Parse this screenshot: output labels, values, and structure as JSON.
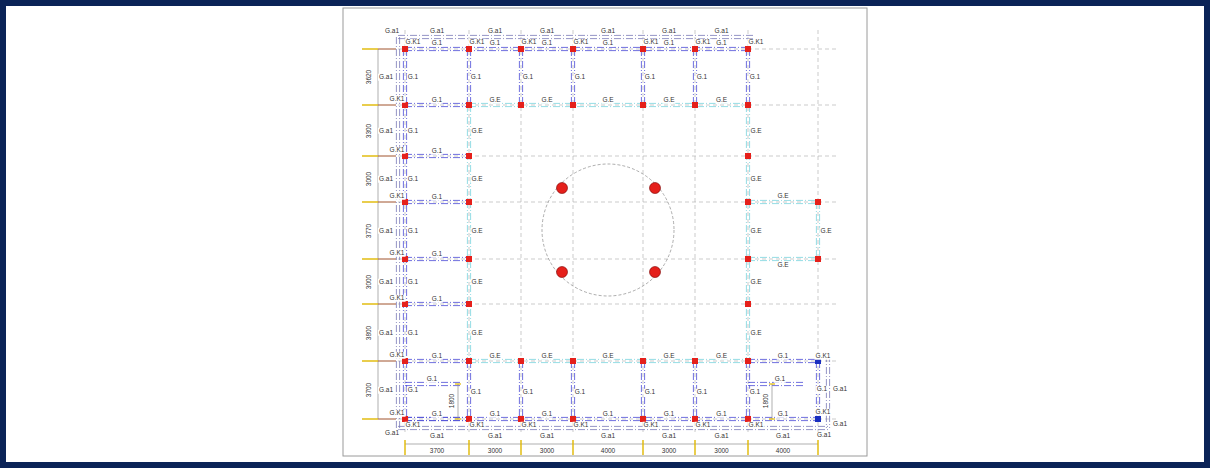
{
  "diagram": {
    "labels": [
      "G.a1",
      "G.a1",
      "G.a1",
      "G.a1",
      "G.a1",
      "G.a1",
      "G.a1",
      "G.K1",
      "G.K1",
      "G.K1",
      "G.K1",
      "G.K1",
      "G.K1",
      "G.K1",
      "G.1",
      "G.1",
      "G.1",
      "G.1",
      "G.1",
      "G.1",
      "G.a1",
      "G.a1",
      "G.a1",
      "G.a1",
      "G.a1",
      "G.a1",
      "G.a1",
      "G.K1",
      "G.K1",
      "G.K1",
      "G.K1",
      "G.K1",
      "G.K1",
      "G.K1",
      "G.1",
      "G.1",
      "G.1",
      "G.1",
      "G.1",
      "G.1",
      "G.1",
      "G.1",
      "G.1",
      "G.1",
      "G.1",
      "G.1",
      "G.1",
      "G.1",
      "G.1",
      "G.1",
      "G.1",
      "G.1",
      "G.1",
      "G.1",
      "G.E",
      "G.E",
      "G.E",
      "G.E",
      "G.E",
      "G.E",
      "G.E",
      "G.E",
      "G.E",
      "G.E",
      "G.E",
      "G.E",
      "G.E",
      "G.E",
      "G.E",
      "G.E",
      "G.E",
      "G.E",
      "G.E",
      "G.E",
      "G.E",
      "G.E",
      "G.E",
      "G.1",
      "G.1",
      "G.1",
      "G.1",
      "G.1",
      "G.1",
      "G.1",
      "G.1",
      "G.1",
      "1800",
      "1800",
      "G.K1",
      "G.1",
      "G.a1",
      "G.K1",
      "G.a1",
      "G.1",
      "G.1",
      "G.1",
      "G.1",
      "G.1",
      "G.1",
      "G.K1",
      "G.K1",
      "G.K1",
      "G.K1",
      "G.K1",
      "G.K1",
      "G.K1",
      "G.a1",
      "G.a1",
      "G.a1",
      "G.a1",
      "G.a1",
      "G.a1",
      "G.a1",
      "G.a1",
      "G.a1",
      "3700",
      "3000",
      "3000",
      "4000",
      "3000",
      "3000",
      "4000",
      "3620",
      "3300",
      "3000",
      "3770",
      "3000",
      "3800",
      "3700"
    ]
  }
}
